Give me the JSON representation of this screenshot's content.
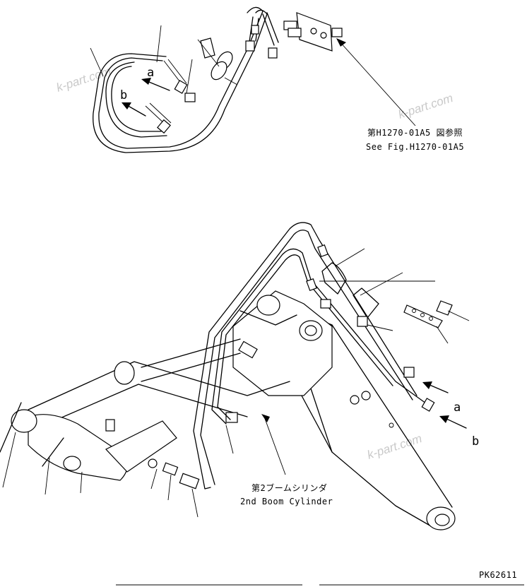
{
  "labels": {
    "arrow_a_top": "a",
    "arrow_b_top": "b",
    "ref_line_jp": "第H1270-01A5 図参照",
    "ref_line_en": "See Fig.H1270-01A5",
    "cyl_jp": "第2ブームシリンダ",
    "cyl_en": "2nd Boom Cylinder",
    "arrow_a_bottom": "a",
    "arrow_b_bottom": "b",
    "drawing_no": "PK62611"
  },
  "watermark": "k-part.com"
}
